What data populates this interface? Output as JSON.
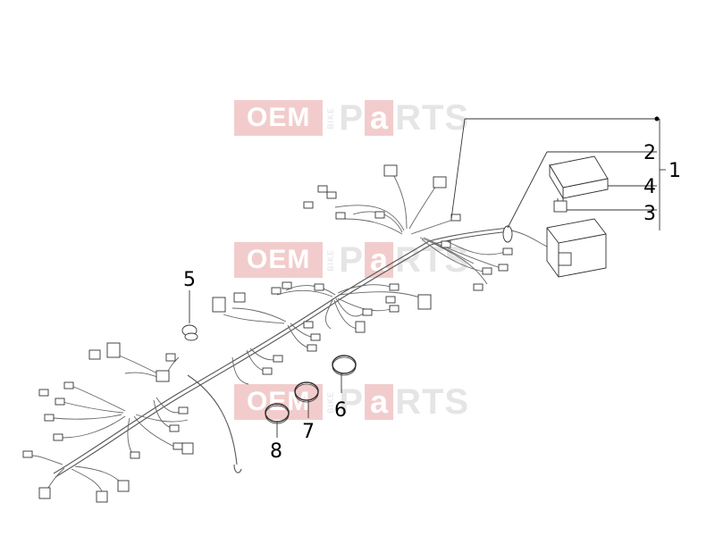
{
  "watermark": {
    "oem": "OEM",
    "bike": "BIKE",
    "p": "P",
    "a": "a",
    "rts": "RTS",
    "colors": {
      "pink": "#e8a3a3",
      "grey": "#d0d0d0"
    }
  },
  "callouts": [
    {
      "id": "1",
      "label": "1"
    },
    {
      "id": "2",
      "label": "2"
    },
    {
      "id": "3",
      "label": "3"
    },
    {
      "id": "4",
      "label": "4"
    },
    {
      "id": "5",
      "label": "5"
    },
    {
      "id": "6",
      "label": "6"
    },
    {
      "id": "7",
      "label": "7"
    },
    {
      "id": "8",
      "label": "8"
    }
  ]
}
